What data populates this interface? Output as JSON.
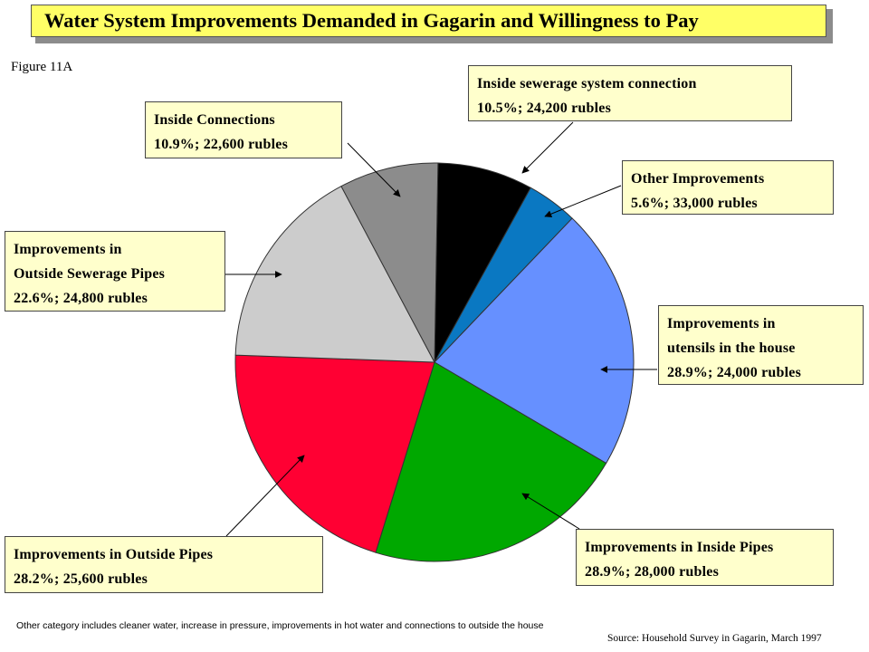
{
  "header": {
    "title": "Water System Improvements Demanded in Gagarin and Willingness to Pay",
    "figure_label": "Figure 11A"
  },
  "footer": {
    "footnote": "Other category includes cleaner water, increase in pressure, improvements in hot water and connections to outside the house",
    "source": "Source: Household Survey in Gagarin, March 1997"
  },
  "colors": {
    "title_bg": "#ffff66",
    "callout_bg": "#ffffcc"
  },
  "chart_data": {
    "type": "pie",
    "title": "Water System Improvements Demanded in Gagarin and Willingness to Pay",
    "slices": [
      {
        "label": "Inside sewerage system connection",
        "percent": 10.5,
        "rubles": "24,200 rubles",
        "color": "#000000",
        "lines": [
          "Inside sewerage system connection",
          "10.5%; 24,200 rubles"
        ]
      },
      {
        "label": "Other Improvements",
        "percent": 5.6,
        "rubles": "33,000 rubles",
        "color": "#0a78c2",
        "lines": [
          "Other Improvements",
          "5.6%; 33,000 rubles"
        ]
      },
      {
        "label": "Improvements in utensils in the house",
        "percent": 28.9,
        "rubles": "24,000 rubles",
        "color": "#6690ff",
        "lines": [
          "Improvements in",
          "utensils in the house",
          "28.9%; 24,000 rubles"
        ]
      },
      {
        "label": "Improvements in Inside Pipes",
        "percent": 28.9,
        "rubles": "28,000 rubles",
        "color": "#00a800",
        "lines": [
          "Improvements in Inside Pipes",
          "28.9%; 28,000 rubles"
        ]
      },
      {
        "label": "Improvements in Outside Pipes",
        "percent": 28.2,
        "rubles": "25,600 rubles",
        "color": "#ff0033",
        "lines": [
          "Improvements in Outside Pipes",
          "28.2%; 25,600 rubles"
        ]
      },
      {
        "label": "Improvements in Outside Sewerage Pipes",
        "percent": 22.6,
        "rubles": "24,800 rubles",
        "color": "#cccccc",
        "lines": [
          "Improvements in",
          "Outside Sewerage Pipes",
          "22.6%; 24,800 rubles"
        ]
      },
      {
        "label": "Inside Connections",
        "percent": 10.9,
        "rubles": "22,600 rubles",
        "color": "#8c8c8c",
        "lines": [
          "Inside Connections",
          "10.9%; 22,600 rubles"
        ]
      }
    ]
  }
}
